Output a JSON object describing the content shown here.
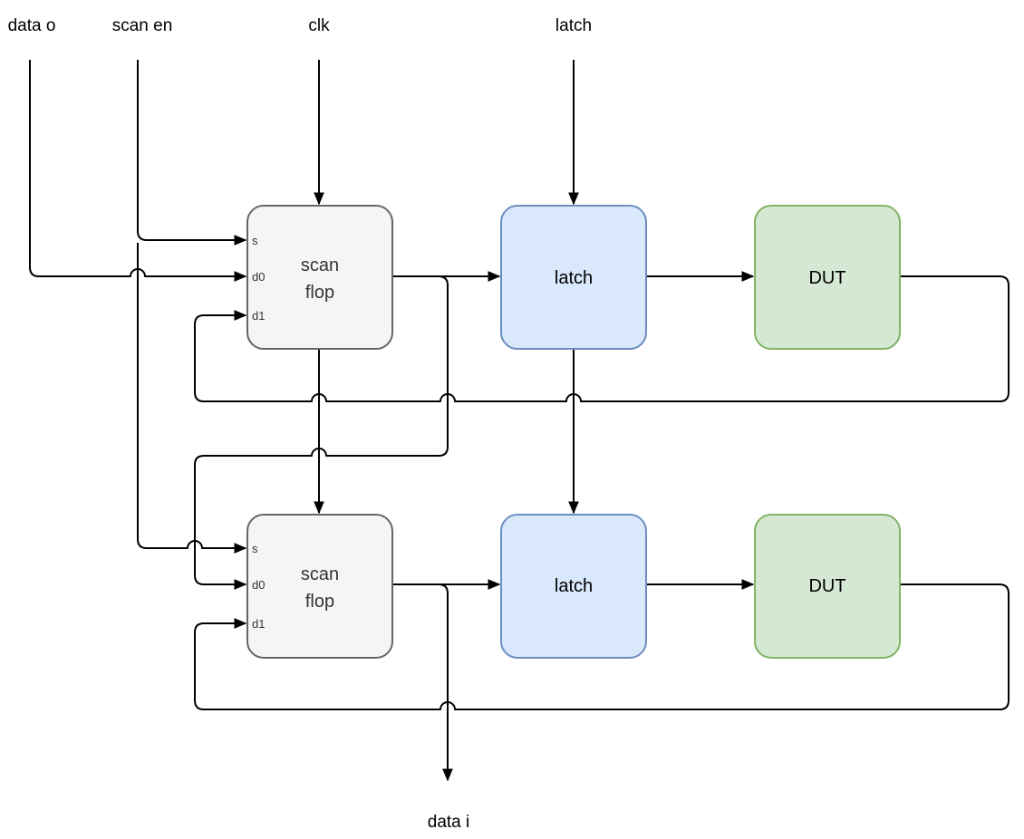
{
  "diagram": {
    "type": "scan-chain-schematic",
    "background": "#ffffff",
    "wire_color": "#000000",
    "top_labels": {
      "data_o": "data o",
      "scan_en": "scan en",
      "clk": "clk",
      "latch": "latch"
    },
    "bottom_labels": {
      "data_i": "data i"
    },
    "block_styles": {
      "scan_flop": {
        "fill": "#f5f5f5",
        "stroke": "#666666",
        "text_color": "#333333"
      },
      "latch": {
        "fill": "#dae8fc",
        "stroke": "#6c8ebf",
        "text_color": "#000000"
      },
      "dut": {
        "fill": "#d5e8d4",
        "stroke": "#82b366",
        "text_color": "#000000"
      }
    },
    "rows": [
      {
        "scan_flop": {
          "label_line1": "scan",
          "label_line2": "flop",
          "ports": {
            "s": "s",
            "d0": "d0",
            "d1": "d1"
          }
        },
        "latch": {
          "label": "latch"
        },
        "dut": {
          "label": "DUT"
        }
      },
      {
        "scan_flop": {
          "label_line1": "scan",
          "label_line2": "flop",
          "ports": {
            "s": "s",
            "d0": "d0",
            "d1": "d1"
          }
        },
        "latch": {
          "label": "latch"
        },
        "dut": {
          "label": "DUT"
        }
      }
    ]
  }
}
